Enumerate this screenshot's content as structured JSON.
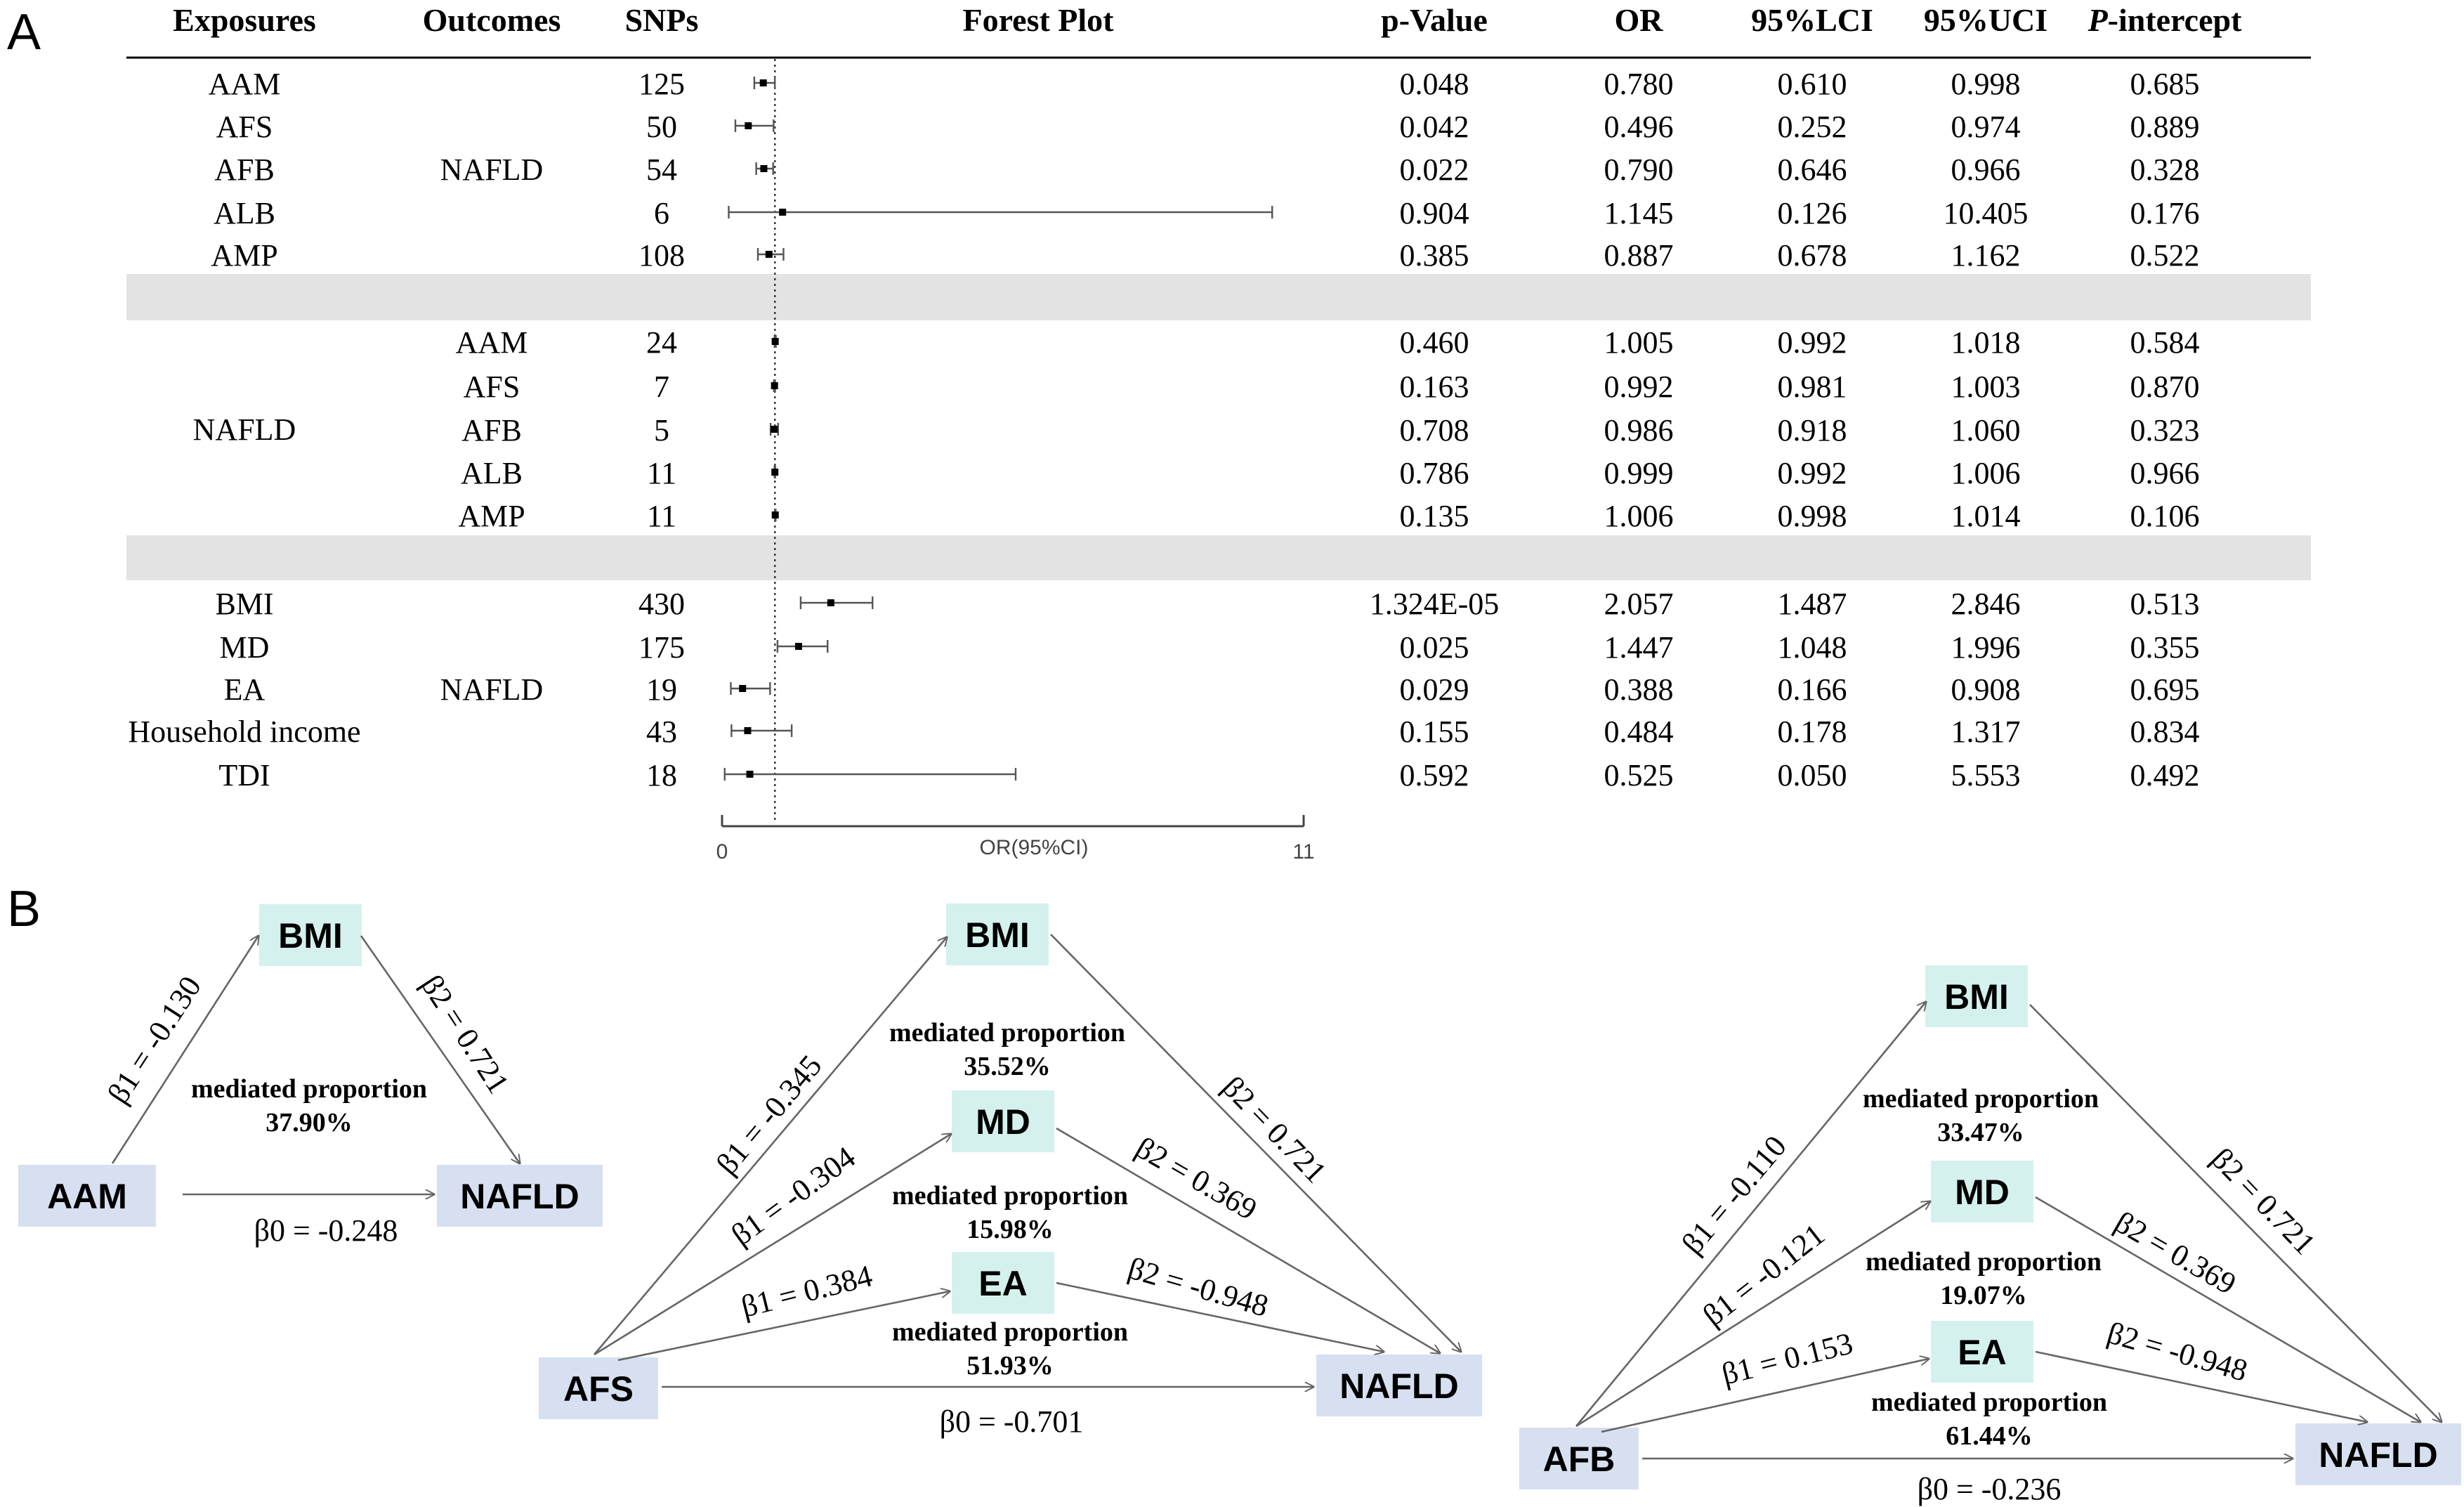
{
  "panels": {
    "a": "A",
    "b": "B"
  },
  "table": {
    "headers": [
      "Exposures",
      "Outcomes",
      "SNPs",
      "Forest Plot",
      "p-Value",
      "OR",
      "95%LCI",
      "95%UCI",
      "-intercept"
    ],
    "header_p_prefix": "P",
    "groups": [
      {
        "outcome_label": "NAFLD",
        "rows": [
          {
            "exposure": "AAM",
            "outcome": "",
            "snps": "125",
            "p": "0.048",
            "or": "0.780",
            "lci": "0.610",
            "uci": "0.998",
            "pint": "0.685"
          },
          {
            "exposure": "AFS",
            "outcome": "",
            "snps": "50",
            "p": "0.042",
            "or": "0.496",
            "lci": "0.252",
            "uci": "0.974",
            "pint": "0.889"
          },
          {
            "exposure": "AFB",
            "outcome": "",
            "snps": "54",
            "p": "0.022",
            "or": "0.790",
            "lci": "0.646",
            "uci": "0.966",
            "pint": "0.328"
          },
          {
            "exposure": "ALB",
            "outcome": "",
            "snps": "6",
            "p": "0.904",
            "or": "1.145",
            "lci": "0.126",
            "uci": "10.405",
            "pint": "0.176"
          },
          {
            "exposure": "AMP",
            "outcome": "",
            "snps": "108",
            "p": "0.385",
            "or": "0.887",
            "lci": "0.678",
            "uci": "1.162",
            "pint": "0.522"
          }
        ]
      },
      {
        "exposure_label": "NAFLD",
        "rows": [
          {
            "exposure": "",
            "outcome": "AAM",
            "snps": "24",
            "p": "0.460",
            "or": "1.005",
            "lci": "0.992",
            "uci": "1.018",
            "pint": "0.584"
          },
          {
            "exposure": "",
            "outcome": "AFS",
            "snps": "7",
            "p": "0.163",
            "or": "0.992",
            "lci": "0.981",
            "uci": "1.003",
            "pint": "0.870"
          },
          {
            "exposure": "",
            "outcome": "AFB",
            "snps": "5",
            "p": "0.708",
            "or": "0.986",
            "lci": "0.918",
            "uci": "1.060",
            "pint": "0.323"
          },
          {
            "exposure": "",
            "outcome": "ALB",
            "snps": "11",
            "p": "0.786",
            "or": "0.999",
            "lci": "0.992",
            "uci": "1.006",
            "pint": "0.966"
          },
          {
            "exposure": "",
            "outcome": "AMP",
            "snps": "11",
            "p": "0.135",
            "or": "1.006",
            "lci": "0.998",
            "uci": "1.014",
            "pint": "0.106"
          }
        ]
      },
      {
        "outcome_label": "NAFLD",
        "rows": [
          {
            "exposure": "BMI",
            "outcome": "",
            "snps": "430",
            "p": "1.324E-05",
            "or": "2.057",
            "lci": "1.487",
            "uci": "2.846",
            "pint": "0.513"
          },
          {
            "exposure": "MD",
            "outcome": "",
            "snps": "175",
            "p": "0.025",
            "or": "1.447",
            "lci": "1.048",
            "uci": "1.996",
            "pint": "0.355"
          },
          {
            "exposure": "EA",
            "outcome": "",
            "snps": "19",
            "p": "0.029",
            "or": "0.388",
            "lci": "0.166",
            "uci": "0.908",
            "pint": "0.695"
          },
          {
            "exposure": "Household income",
            "outcome": "",
            "snps": "43",
            "p": "0.155",
            "or": "0.484",
            "lci": "0.178",
            "uci": "1.317",
            "pint": "0.834"
          },
          {
            "exposure": "TDI",
            "outcome": "",
            "snps": "18",
            "p": "0.592",
            "or": "0.525",
            "lci": "0.050",
            "uci": "5.553",
            "pint": "0.492"
          }
        ]
      }
    ]
  },
  "chart_data": {
    "type": "scatter",
    "title": "Forest Plot",
    "xlabel": "OR(95%CI)",
    "xlim": [
      0,
      11
    ],
    "xticks": [
      "0",
      "11"
    ],
    "reference_line": 1,
    "series": [
      {
        "values": [
          {
            "label": "AAM → NAFLD",
            "or": 0.78,
            "lci": 0.61,
            "uci": 0.998
          },
          {
            "label": "AFS → NAFLD",
            "or": 0.496,
            "lci": 0.252,
            "uci": 0.974
          },
          {
            "label": "AFB → NAFLD",
            "or": 0.79,
            "lci": 0.646,
            "uci": 0.966
          },
          {
            "label": "ALB → NAFLD",
            "or": 1.145,
            "lci": 0.126,
            "uci": 10.405
          },
          {
            "label": "AMP → NAFLD",
            "or": 0.887,
            "lci": 0.678,
            "uci": 1.162
          },
          null,
          {
            "label": "NAFLD → AAM",
            "or": 1.005,
            "lci": 0.992,
            "uci": 1.018
          },
          {
            "label": "NAFLD → AFS",
            "or": 0.992,
            "lci": 0.981,
            "uci": 1.003
          },
          {
            "label": "NAFLD → AFB",
            "or": 0.986,
            "lci": 0.918,
            "uci": 1.06
          },
          {
            "label": "NAFLD → ALB",
            "or": 0.999,
            "lci": 0.992,
            "uci": 1.006
          },
          {
            "label": "NAFLD → AMP",
            "or": 1.006,
            "lci": 0.998,
            "uci": 1.014
          },
          null,
          {
            "label": "BMI → NAFLD",
            "or": 2.057,
            "lci": 1.487,
            "uci": 2.846
          },
          {
            "label": "MD → NAFLD",
            "or": 1.447,
            "lci": 1.048,
            "uci": 1.996
          },
          {
            "label": "EA → NAFLD",
            "or": 0.388,
            "lci": 0.166,
            "uci": 0.908
          },
          {
            "label": "Household income → NAFLD",
            "or": 0.484,
            "lci": 0.178,
            "uci": 1.317
          },
          {
            "label": "TDI → NAFLD",
            "or": 0.525,
            "lci": 0.05,
            "uci": 5.553
          }
        ]
      }
    ]
  },
  "mediation": {
    "node_color": "#d6e0f0",
    "mediator_color": "#d4f1ee",
    "diagrams": [
      {
        "exposure": "AAM",
        "outcome": "NAFLD",
        "beta0": "β0 = -0.248",
        "mediators": [
          {
            "name": "BMI",
            "beta1": "β1 = -0.130",
            "beta2": "β2 = 0.721",
            "proportion_label": "mediated proportion",
            "proportion": "37.90%"
          }
        ]
      },
      {
        "exposure": "AFS",
        "outcome": "NAFLD",
        "beta0": "β0 = -0.701",
        "mediators": [
          {
            "name": "BMI",
            "beta1": "β1 = -0.345",
            "beta2": "β2 = 0.721",
            "proportion_label": "mediated proportion",
            "proportion": "35.52%"
          },
          {
            "name": "MD",
            "beta1": "β1 = -0.304",
            "beta2": "β2 = 0.369",
            "proportion_label": "mediated proportion",
            "proportion": "15.98%"
          },
          {
            "name": "EA",
            "beta1": "β1 = 0.384",
            "beta2": "β2 = -0.948",
            "proportion_label": "mediated proportion",
            "proportion": "51.93%"
          }
        ]
      },
      {
        "exposure": "AFB",
        "outcome": "NAFLD",
        "beta0": "β0 = -0.236",
        "mediators": [
          {
            "name": "BMI",
            "beta1": "β1 = -0.110",
            "beta2": "β2 = 0.721",
            "proportion_label": "mediated proportion",
            "proportion": "33.47%"
          },
          {
            "name": "MD",
            "beta1": "β1 = -0.121",
            "beta2": "β2 = 0.369",
            "proportion_label": "mediated proportion",
            "proportion": "19.07%"
          },
          {
            "name": "EA",
            "beta1": "β1 = 0.153",
            "beta2": "β2 = -0.948",
            "proportion_label": "mediated proportion",
            "proportion": "61.44%"
          }
        ]
      }
    ]
  }
}
